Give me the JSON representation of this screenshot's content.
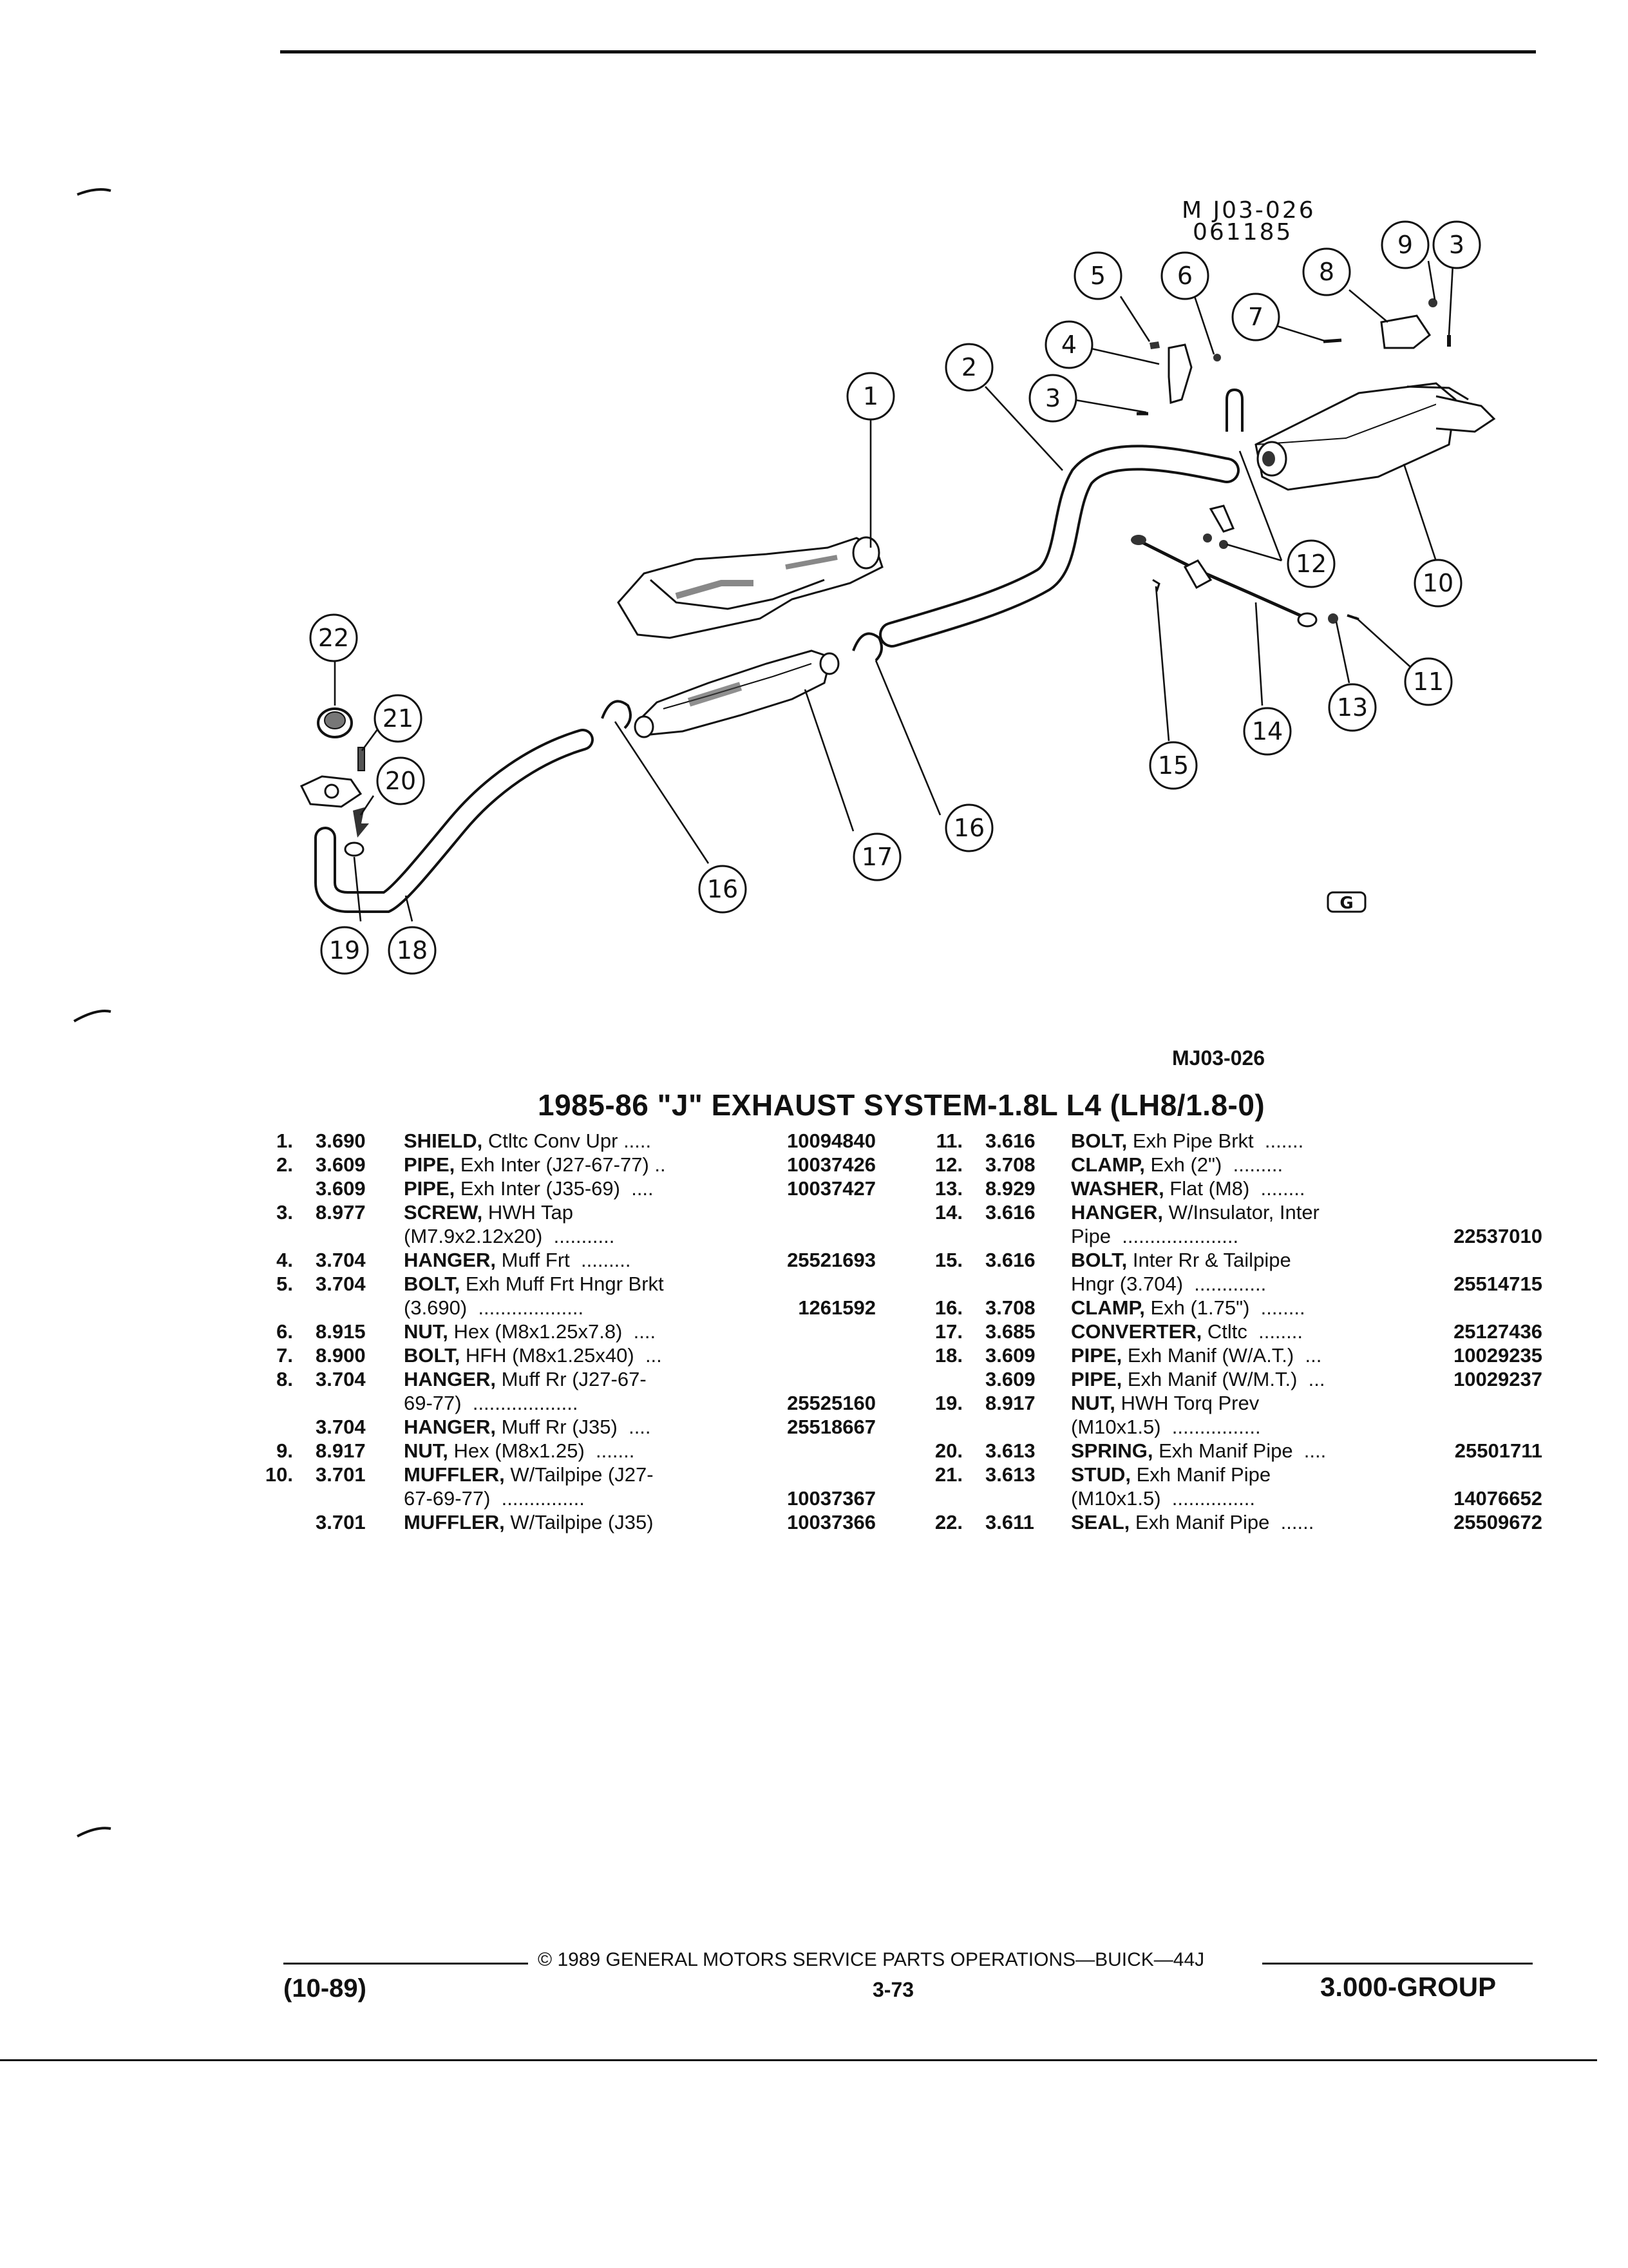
{
  "diagram": {
    "stamp_code": "M J03-026",
    "stamp_date": "061185",
    "corner_mark": "G",
    "callouts": [
      "1",
      "2",
      "3",
      "4",
      "5",
      "6",
      "7",
      "8",
      "9",
      "3",
      "10",
      "11",
      "12",
      "13",
      "14",
      "15",
      "16",
      "17",
      "16",
      "18",
      "19",
      "20",
      "21",
      "22"
    ]
  },
  "figure_code": "MJ03-026",
  "title": "1985-86 \"J\" EXHAUST SYSTEM-1.8L L4 (LH8/1.8-0)",
  "parts_left": [
    {
      "ref": "1.",
      "grp": "3.690",
      "name": "SHIELD,",
      "desc": " Ctltc Conv Upr .....",
      "part": "10094840"
    },
    {
      "ref": "2.",
      "grp": "3.609",
      "name": "PIPE,",
      "desc": " Exh Inter (J27-67-77) ..",
      "part": "10037426"
    },
    {
      "ref": "",
      "grp": "3.609",
      "name": "PIPE,",
      "desc": " Exh Inter (J35-69)  ....",
      "part": "10037427"
    },
    {
      "ref": "3.",
      "grp": "8.977",
      "name": "SCREW,",
      "desc": " HWH Tap",
      "part": ""
    },
    {
      "ref": "",
      "grp": "",
      "name": "",
      "desc": "(M7.9x2.12x20)  ...........",
      "part": ""
    },
    {
      "ref": "4.",
      "grp": "3.704",
      "name": "HANGER,",
      "desc": " Muff Frt  .........",
      "part": "25521693"
    },
    {
      "ref": "5.",
      "grp": "3.704",
      "name": "BOLT,",
      "desc": " Exh Muff Frt Hngr Brkt",
      "part": ""
    },
    {
      "ref": "",
      "grp": "",
      "name": "",
      "desc": "(3.690)  ...................",
      "part": "1261592"
    },
    {
      "ref": "6.",
      "grp": "8.915",
      "name": "NUT,",
      "desc": " Hex (M8x1.25x7.8)  ....",
      "part": ""
    },
    {
      "ref": "7.",
      "grp": "8.900",
      "name": "BOLT,",
      "desc": " HFH (M8x1.25x40)  ...",
      "part": ""
    },
    {
      "ref": "8.",
      "grp": "3.704",
      "name": "HANGER,",
      "desc": " Muff Rr (J27-67-",
      "part": ""
    },
    {
      "ref": "",
      "grp": "",
      "name": "",
      "desc": "69-77)  ...................",
      "part": "25525160"
    },
    {
      "ref": "",
      "grp": "3.704",
      "name": "HANGER,",
      "desc": " Muff Rr (J35)  ....",
      "part": "25518667"
    },
    {
      "ref": "9.",
      "grp": "8.917",
      "name": "NUT,",
      "desc": " Hex (M8x1.25)  .......",
      "part": ""
    },
    {
      "ref": "10.",
      "grp": "3.701",
      "name": "MUFFLER,",
      "desc": " W/Tailpipe (J27-",
      "part": ""
    },
    {
      "ref": "",
      "grp": "",
      "name": "",
      "desc": "67-69-77)  ...............",
      "part": "10037367"
    },
    {
      "ref": "",
      "grp": "3.701",
      "name": "MUFFLER,",
      "desc": " W/Tailpipe (J35)",
      "part": "10037366"
    }
  ],
  "parts_right": [
    {
      "ref": "11.",
      "grp": "3.616",
      "name": "BOLT,",
      "desc": " Exh Pipe Brkt  .......",
      "part": ""
    },
    {
      "ref": "12.",
      "grp": "3.708",
      "name": "CLAMP,",
      "desc": " Exh (2\")  .........",
      "part": ""
    },
    {
      "ref": "13.",
      "grp": "8.929",
      "name": "WASHER,",
      "desc": " Flat (M8)  ........",
      "part": ""
    },
    {
      "ref": "14.",
      "grp": "3.616",
      "name": "HANGER,",
      "desc": " W/Insulator, Inter",
      "part": ""
    },
    {
      "ref": "",
      "grp": "",
      "name": "",
      "desc": "Pipe  .....................",
      "part": "22537010"
    },
    {
      "ref": "15.",
      "grp": "3.616",
      "name": "BOLT,",
      "desc": " Inter Rr & Tailpipe",
      "part": ""
    },
    {
      "ref": "",
      "grp": "",
      "name": "",
      "desc": "Hngr (3.704)  .............",
      "part": "25514715"
    },
    {
      "ref": "16.",
      "grp": "3.708",
      "name": "CLAMP,",
      "desc": " Exh (1.75\")  ........",
      "part": ""
    },
    {
      "ref": "17.",
      "grp": "3.685",
      "name": "CONVERTER,",
      "desc": " Ctltc  ........",
      "part": "25127436"
    },
    {
      "ref": "18.",
      "grp": "3.609",
      "name": "PIPE,",
      "desc": " Exh Manif (W/A.T.)  ...",
      "part": "10029235"
    },
    {
      "ref": "",
      "grp": "3.609",
      "name": "PIPE,",
      "desc": " Exh Manif (W/M.T.)  ...",
      "part": "10029237"
    },
    {
      "ref": "19.",
      "grp": "8.917",
      "name": "NUT,",
      "desc": " HWH Torq Prev",
      "part": ""
    },
    {
      "ref": "",
      "grp": "",
      "name": "",
      "desc": "(M10x1.5)  ................",
      "part": ""
    },
    {
      "ref": "20.",
      "grp": "3.613",
      "name": "SPRING,",
      "desc": " Exh Manif Pipe  ....",
      "part": "25501711"
    },
    {
      "ref": "21.",
      "grp": "3.613",
      "name": "STUD,",
      "desc": " Exh Manif Pipe",
      "part": ""
    },
    {
      "ref": "",
      "grp": "",
      "name": "",
      "desc": "(M10x1.5)  ...............",
      "part": "14076652"
    },
    {
      "ref": "22.",
      "grp": "3.611",
      "name": "SEAL,",
      "desc": " Exh Manif Pipe  ......",
      "part": "25509672"
    }
  ],
  "footer": {
    "copyright": "© 1989 GENERAL MOTORS SERVICE PARTS OPERATIONS—BUICK—44J",
    "date_code": "(10-89)",
    "page": "3-73",
    "group": "3.000-GROUP"
  }
}
